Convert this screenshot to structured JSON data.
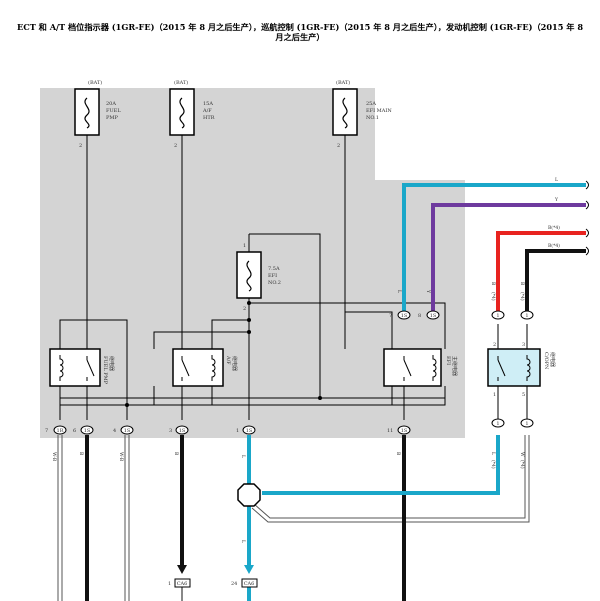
{
  "title": {
    "line1": "ECT 和 A/T 档位指示器 (1GR-FE)（2015 年 8 月之后生产），巡航控制 (1GR-FE)（2015 年 8 月之后生产），发动机控制 (1GR-FE)（2015 年 8",
    "line2": "月之后生产）"
  },
  "fuses": [
    {
      "source": "(BAT)",
      "rating": "20A",
      "name1": "FUEL",
      "name2": "PMP",
      "pin_bottom": "2"
    },
    {
      "source": "(BAT)",
      "rating": "15A",
      "name1": "A/F",
      "name2": "HTR",
      "pin_bottom": "2"
    },
    {
      "source": "(BAT)",
      "rating": "25A",
      "name1": "EFI MAIN",
      "name2": "NO.1",
      "pin_bottom": "2"
    },
    {
      "source": "",
      "rating": "7.5A",
      "name1": "EFI",
      "name2": "NO.2",
      "pin_top": "1",
      "pin_bottom": "2"
    }
  ],
  "relays": [
    {
      "label1": "FUEL PMP",
      "label2": "继电器"
    },
    {
      "label1": "A/F",
      "label2": "继电器"
    },
    {
      "label1": "EFI",
      "label2": "主继电器"
    },
    {
      "label1": "C/OPN",
      "label2": "继电器",
      "pins": [
        "2",
        "3",
        "1",
        "5"
      ]
    }
  ],
  "connectors": {
    "1S": "1S",
    "1R": "1R",
    "1": "1",
    "CA6": "CA6"
  },
  "pins": {
    "top_7": "7",
    "top_8": "8",
    "bot_7": "7",
    "bot_6": "6",
    "bot_4": "4",
    "bot_3": "3",
    "bot_1": "1",
    "bot_11": "11",
    "ca6_1": "1",
    "ca6_24": "24"
  },
  "wire_codes": {
    "L": "L",
    "Y": "Y",
    "B4": "B(*4)",
    "B": "B",
    "W": "W",
    "WB": "W-B",
    "star4": "(*4)"
  },
  "colors": {
    "panel": "#d4d4d4",
    "blue": "#1aa7c9",
    "purple": "#6e3a9e",
    "red": "#e8231f",
    "black": "#111111",
    "relay_fill": "#cfeef6"
  }
}
